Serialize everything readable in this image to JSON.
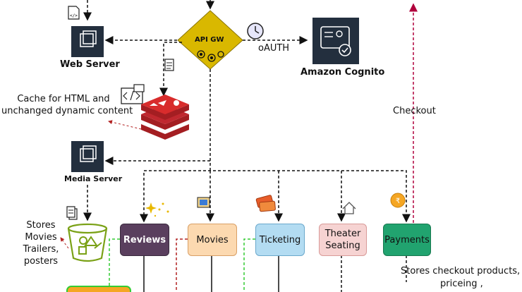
{
  "gateway": {
    "label": "API GW"
  },
  "auth": {
    "label": "oAUTH"
  },
  "nodes": {
    "web_server": "Web Server",
    "cognito": "Amazon Cognito",
    "media_server": "Media Server"
  },
  "notes": {
    "cache_line1": "Cache for HTML and",
    "cache_line2": "unchanged dynamic content",
    "checkout": "Checkout",
    "stores_line1": "Stores",
    "stores_line2": "Movies",
    "stores_line3": "Trailers,",
    "stores_line4": "posters",
    "payments_line1": "Stores checkout products,",
    "payments_line2": "priceing ,"
  },
  "services": {
    "reviews": "Reviews",
    "movies": "Movies",
    "ticketing": "Ticketing",
    "theater_line1": "Theater",
    "theater_line2": "Seating",
    "payments": "Payments"
  },
  "colors": {
    "gateway": "#d9b800",
    "aws_dark": "#232f3e",
    "redis": "#c0282f",
    "bucket": "#7aa116",
    "reviews": "#5a3f5e",
    "movies": "#fcd9b0",
    "ticketing": "#b3dcf2",
    "theater": "#f6d3d2",
    "payments": "#21a36f",
    "checkout_arrow": "#b0003c",
    "green_link": "#33cc33",
    "red_link": "#b22222"
  }
}
